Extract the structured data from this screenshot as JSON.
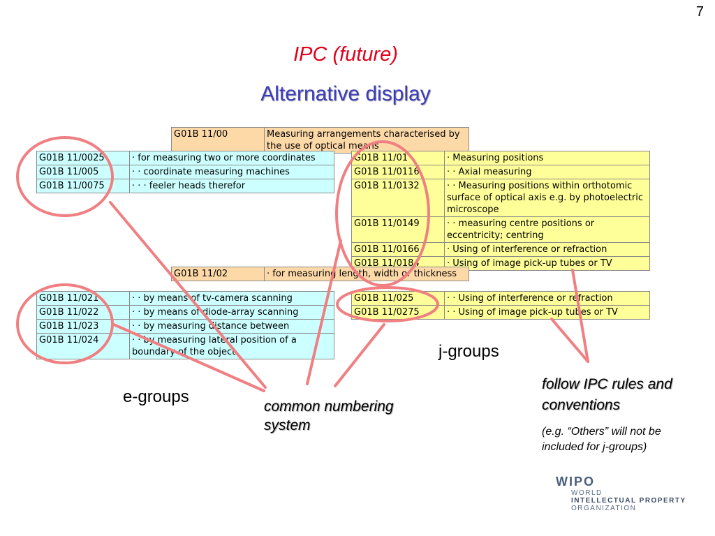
{
  "slide": {
    "page_number": "7",
    "title": "IPC (future)",
    "subtitle": "Alternative display"
  },
  "tables": {
    "head1": [
      [
        "G01B 11/00",
        "Measuring arrangements characterised by the use of optical means"
      ]
    ],
    "e_top": [
      [
        "G01B 11/0025",
        "· for measuring two or more coordinates"
      ],
      [
        "G01B 11/005",
        "· · coordinate measuring machines"
      ],
      [
        "G01B 11/0075",
        "· · · feeler heads therefor"
      ]
    ],
    "j_top": [
      [
        "G01B 11/01",
        "· Measuring positions"
      ],
      [
        "G01B 11/0116",
        "· · Axial measuring"
      ],
      [
        "G01B 11/0132",
        "· · Measuring positions within orthotomic surface of optical axis e.g. by photoelectric microscope"
      ],
      [
        "G01B 11/0149",
        "· · measuring centre positions or eccentricity; centring"
      ],
      [
        "G01B 11/0166",
        "· Using of interference or refraction"
      ],
      [
        "G01B 11/0184",
        "· Using of image pick-up tubes or TV"
      ]
    ],
    "head2": [
      [
        "G01B 11/02",
        "· for measuring length, width or thickness"
      ]
    ],
    "e_bottom": [
      [
        "G01B 11/021",
        "· · by means of tv-camera scanning"
      ],
      [
        "G01B 11/022",
        "· · by means of diode-array scanning"
      ],
      [
        "G01B 11/023",
        "· · by measuring distance between"
      ],
      [
        "G01B 11/024",
        "· · by measuring lateral position of a boundary of the object"
      ]
    ],
    "j_bottom": [
      [
        "G01B 11/025",
        "· · Using of interference or refraction"
      ],
      [
        "G01B 11/0275",
        "· · Using of image pick-up tubes or TV"
      ]
    ]
  },
  "labels": {
    "e_groups": "e-groups",
    "j_groups": "j-groups",
    "common_numbering": "common numbering system",
    "follow_rules": "follow IPC rules and conventions",
    "note": "(e.g. “Others” will not be included for j-groups)"
  },
  "logo": {
    "line1": "WIPO",
    "line2": "WORLD",
    "line3": "INTELLECTUAL PROPERTY",
    "line4": "ORGANIZATION"
  },
  "colors": {
    "title": "#e0001b",
    "subtitle": "#3c3cbe",
    "header_rows": "#fdd9a8",
    "e_group_rows": "#ccffff",
    "j_group_rows": "#ffff99",
    "annotation": "#f07f82"
  }
}
